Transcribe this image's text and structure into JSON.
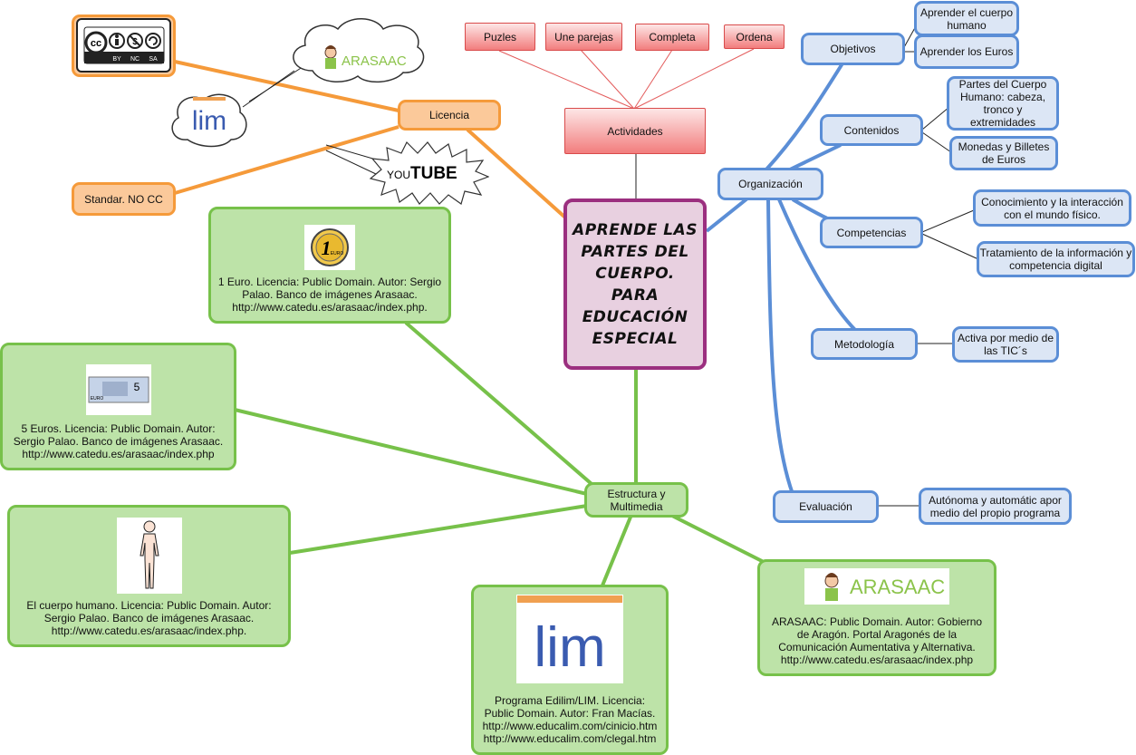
{
  "central": "APRENDE LAS PARTES DEL CUERPO. PARA EDUCACIÓN ESPECIAL",
  "actividades": {
    "label": "Actividades",
    "items": [
      "Puzles",
      "Une parejas",
      "Completa",
      "Ordena"
    ]
  },
  "licencia": {
    "label": "Licencia",
    "standard": "Standar. NO CC",
    "cc_icon": "creative-commons-by-nc-sa",
    "cc_parts": [
      "BY",
      "NC",
      "SA"
    ],
    "youtube_you": "YOU",
    "youtube_tube": "TUBE",
    "arasaac_logo": "ARASAAC",
    "lim_logo": "lim"
  },
  "organizacion": {
    "label": "Organización",
    "objetivos": {
      "label": "Objetivos",
      "items": [
        "Aprender el cuerpo humano",
        "Aprender los Euros"
      ]
    },
    "contenidos": {
      "label": "Contenidos",
      "items": [
        "Partes del Cuerpo Humano: cabeza, tronco y extremidades",
        "Monedas y Billetes de Euros"
      ]
    },
    "competencias": {
      "label": "Competencias",
      "items": [
        "Conocimiento y la interacción con el mundo físico.",
        "Tratamiento de la información y competencia digital"
      ]
    },
    "metodologia": {
      "label": "Metodología",
      "items": [
        "Activa por medio de las TIC´s"
      ]
    },
    "evaluacion": {
      "label": "Evaluación",
      "items": [
        "Autónoma y automátic apor medio del propio programa"
      ]
    }
  },
  "estructura": {
    "label": "Estructura y Multimedia",
    "cards": {
      "euro1": {
        "text": "1 Euro. Licencia: Public Domain. Autor: Sergio Palao. Banco de imágenes Arasaac. http://www.catedu.es/arasaac/index.php.",
        "icon": "euro-coin-image",
        "coin_label": "1",
        "coin_unit": "EURO"
      },
      "euro5": {
        "text": "5 Euros. Licencia: Public Domain. Autor: Sergio Palao. Banco de imágenes Arasaac. http://www.catedu.es/arasaac/index.php",
        "icon": "euro-banknote-image",
        "note_value": "5",
        "note_unit": "EURO"
      },
      "body": {
        "text": "El cuerpo humano. Licencia: Public Domain. Autor: Sergio Palao. Banco de imágenes Arasaac. http://www.catedu.es/arasaac/index.php.",
        "icon": "human-body-image"
      },
      "lim": {
        "text": "Programa Edilim/LIM. Licencia: Public Domain. Autor: Fran Macías. http://www.educalim.com/cinicio.htm http://www.educalim.com/clegal.htm",
        "icon": "lim-logo-image",
        "logo_text": "lim"
      },
      "arasaac": {
        "text": "ARASAAC: Public Domain. Autor: Gobierno de Aragón. Portal Aragonés de la Comunicación Aumentativa y Alternativa. http://www.catedu.es/arasaac/index.php",
        "icon": "arasaac-logo-image",
        "logo_text": "ARASAAC"
      }
    }
  },
  "colors": {
    "blue": "#5b8ed6",
    "green": "#77c14a",
    "orange": "#f59a3a",
    "red": "#e35a5a",
    "purple": "#9b2f7f"
  }
}
